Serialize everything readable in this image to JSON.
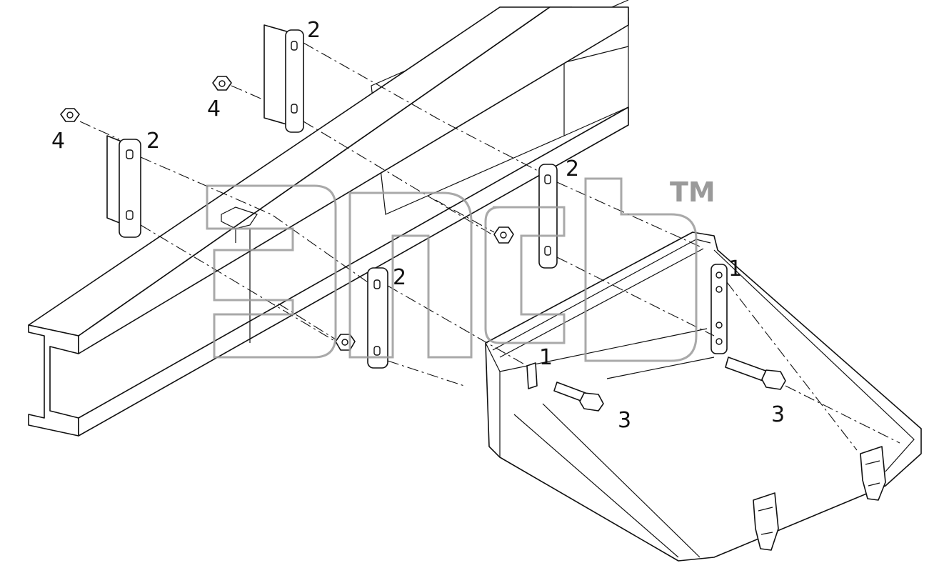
{
  "diagram": {
    "watermark": {
      "trademark": "TM"
    },
    "callouts": [
      {
        "id": "c2a",
        "text": "2"
      },
      {
        "id": "c4a",
        "text": "4"
      },
      {
        "id": "c4b",
        "text": "4"
      },
      {
        "id": "c2b",
        "text": "2"
      },
      {
        "id": "c2c",
        "text": "2"
      },
      {
        "id": "c2d",
        "text": "2"
      },
      {
        "id": "c1a",
        "text": "1"
      },
      {
        "id": "c1b",
        "text": "1"
      },
      {
        "id": "c3a",
        "text": "3"
      },
      {
        "id": "c3b",
        "text": "3"
      }
    ]
  }
}
